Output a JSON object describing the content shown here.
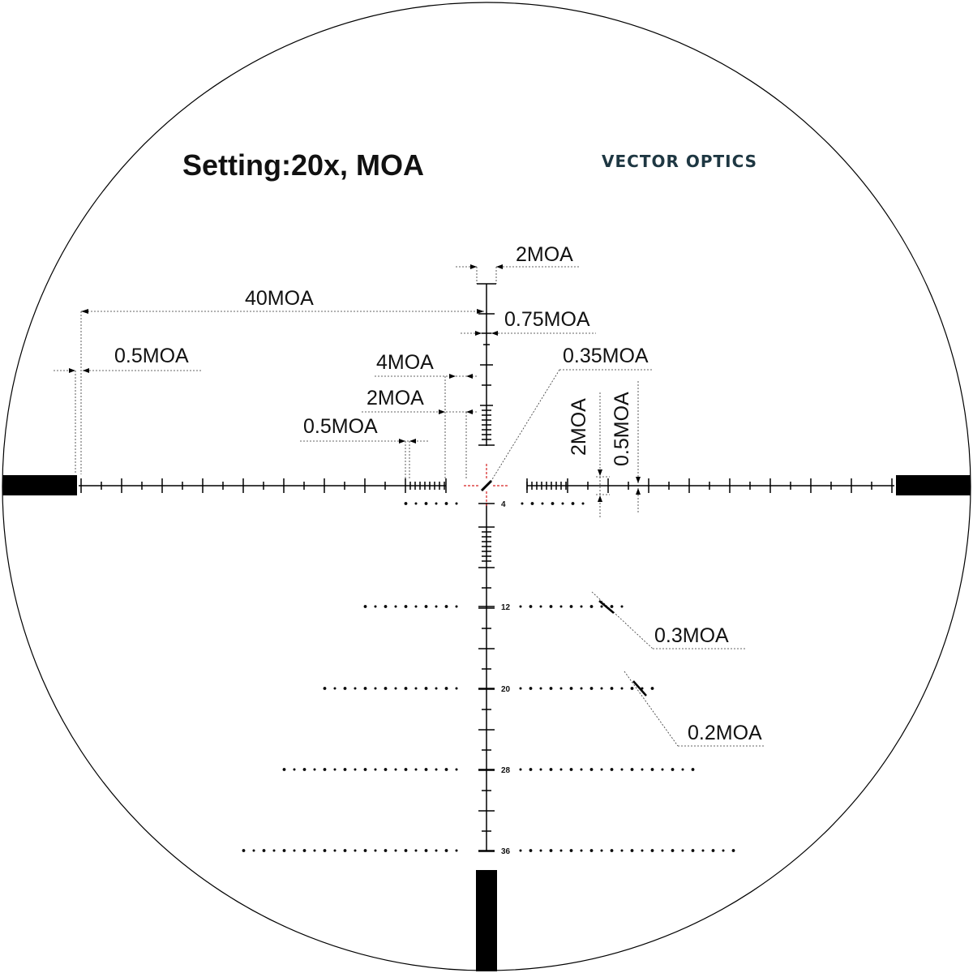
{
  "header": {
    "title": "Setting:20x, MOA",
    "brand": "VECTOR OPTICS"
  },
  "labels": {
    "moa_2_top": "2MOA",
    "moa_40": "40MOA",
    "moa_075": "0.75MOA",
    "moa_05_left": "0.5MOA",
    "moa_035": "0.35MOA",
    "moa_4": "4MOA",
    "moa_2_left": "2MOA",
    "moa_05_inner": "0.5MOA",
    "moa_2_vertical": "2MOA",
    "moa_05_vertical": "0.5MOA",
    "moa_03": "0.3MOA",
    "moa_02": "0.2MOA"
  },
  "holdover_marks": [
    "4",
    "12",
    "20",
    "28",
    "36"
  ],
  "colors": {
    "reticle": "#000000",
    "center_cross": "#d62020",
    "brand": "#1e3742"
  }
}
